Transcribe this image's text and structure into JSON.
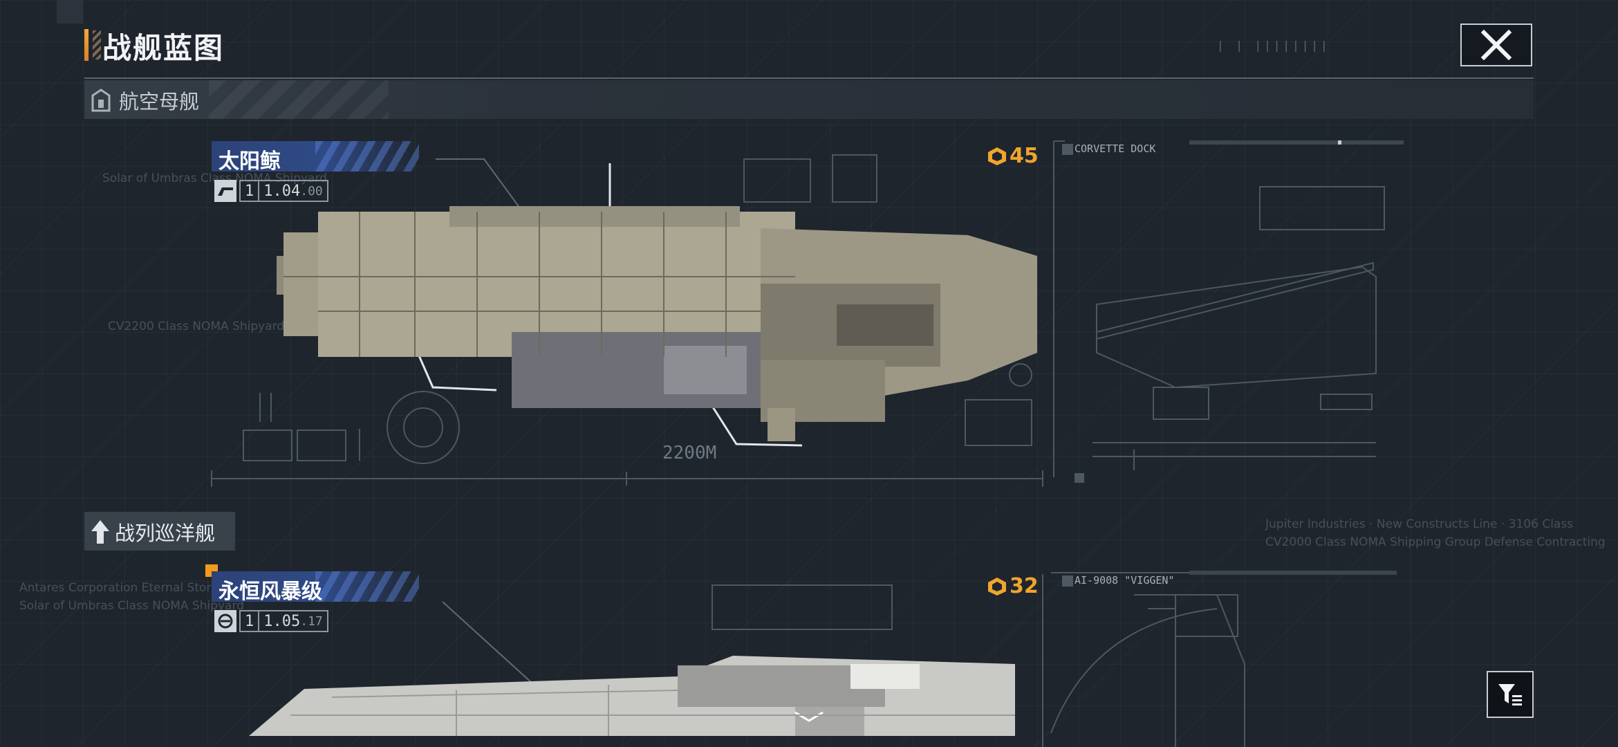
{
  "header": {
    "title": "战舰蓝图",
    "ticks": "|  |  ||||||||"
  },
  "categories": [
    {
      "label": "航空母舰"
    },
    {
      "label": "战列巡洋舰"
    }
  ],
  "ships": [
    {
      "name": "太阳鲸",
      "version_tier": "1",
      "version_major": "1.04",
      "version_minor": ".00",
      "cost": "45",
      "length_label": "2200M",
      "module_label": "CORVETTE DOCK",
      "ghost_text_1": "Solar of Umbras Class NOMA Shipyard",
      "ghost_text_2": "CV2200 Class NOMA Shipyards Group"
    },
    {
      "name": "永恒风暴级",
      "version_tier": "1",
      "version_major": "1.05",
      "version_minor": ".17",
      "cost": "32",
      "module_label": "AI-9008 \"VIGGEN\"",
      "ghost_text_1": "Antares Corporation Eternal Storm",
      "ghost_text_2": "Solar of Umbras Class NOMA Shipyard"
    }
  ],
  "ghost_right": {
    "line1": "Jupiter Industries · New Constructs Line · 3106 Class",
    "line2": "CV2000 Class NOMA Shipping Group Defense Contracting"
  },
  "colors": {
    "accent_orange": "#f0a52c",
    "name_plate_blue": "#2f4a86",
    "background": "#1f252d"
  },
  "icons": {
    "close": "close-x-icon",
    "filter": "filter-icon",
    "carrier": "carrier-icon",
    "cruiser": "cruiser-icon",
    "cost": "resource-cube-icon"
  }
}
